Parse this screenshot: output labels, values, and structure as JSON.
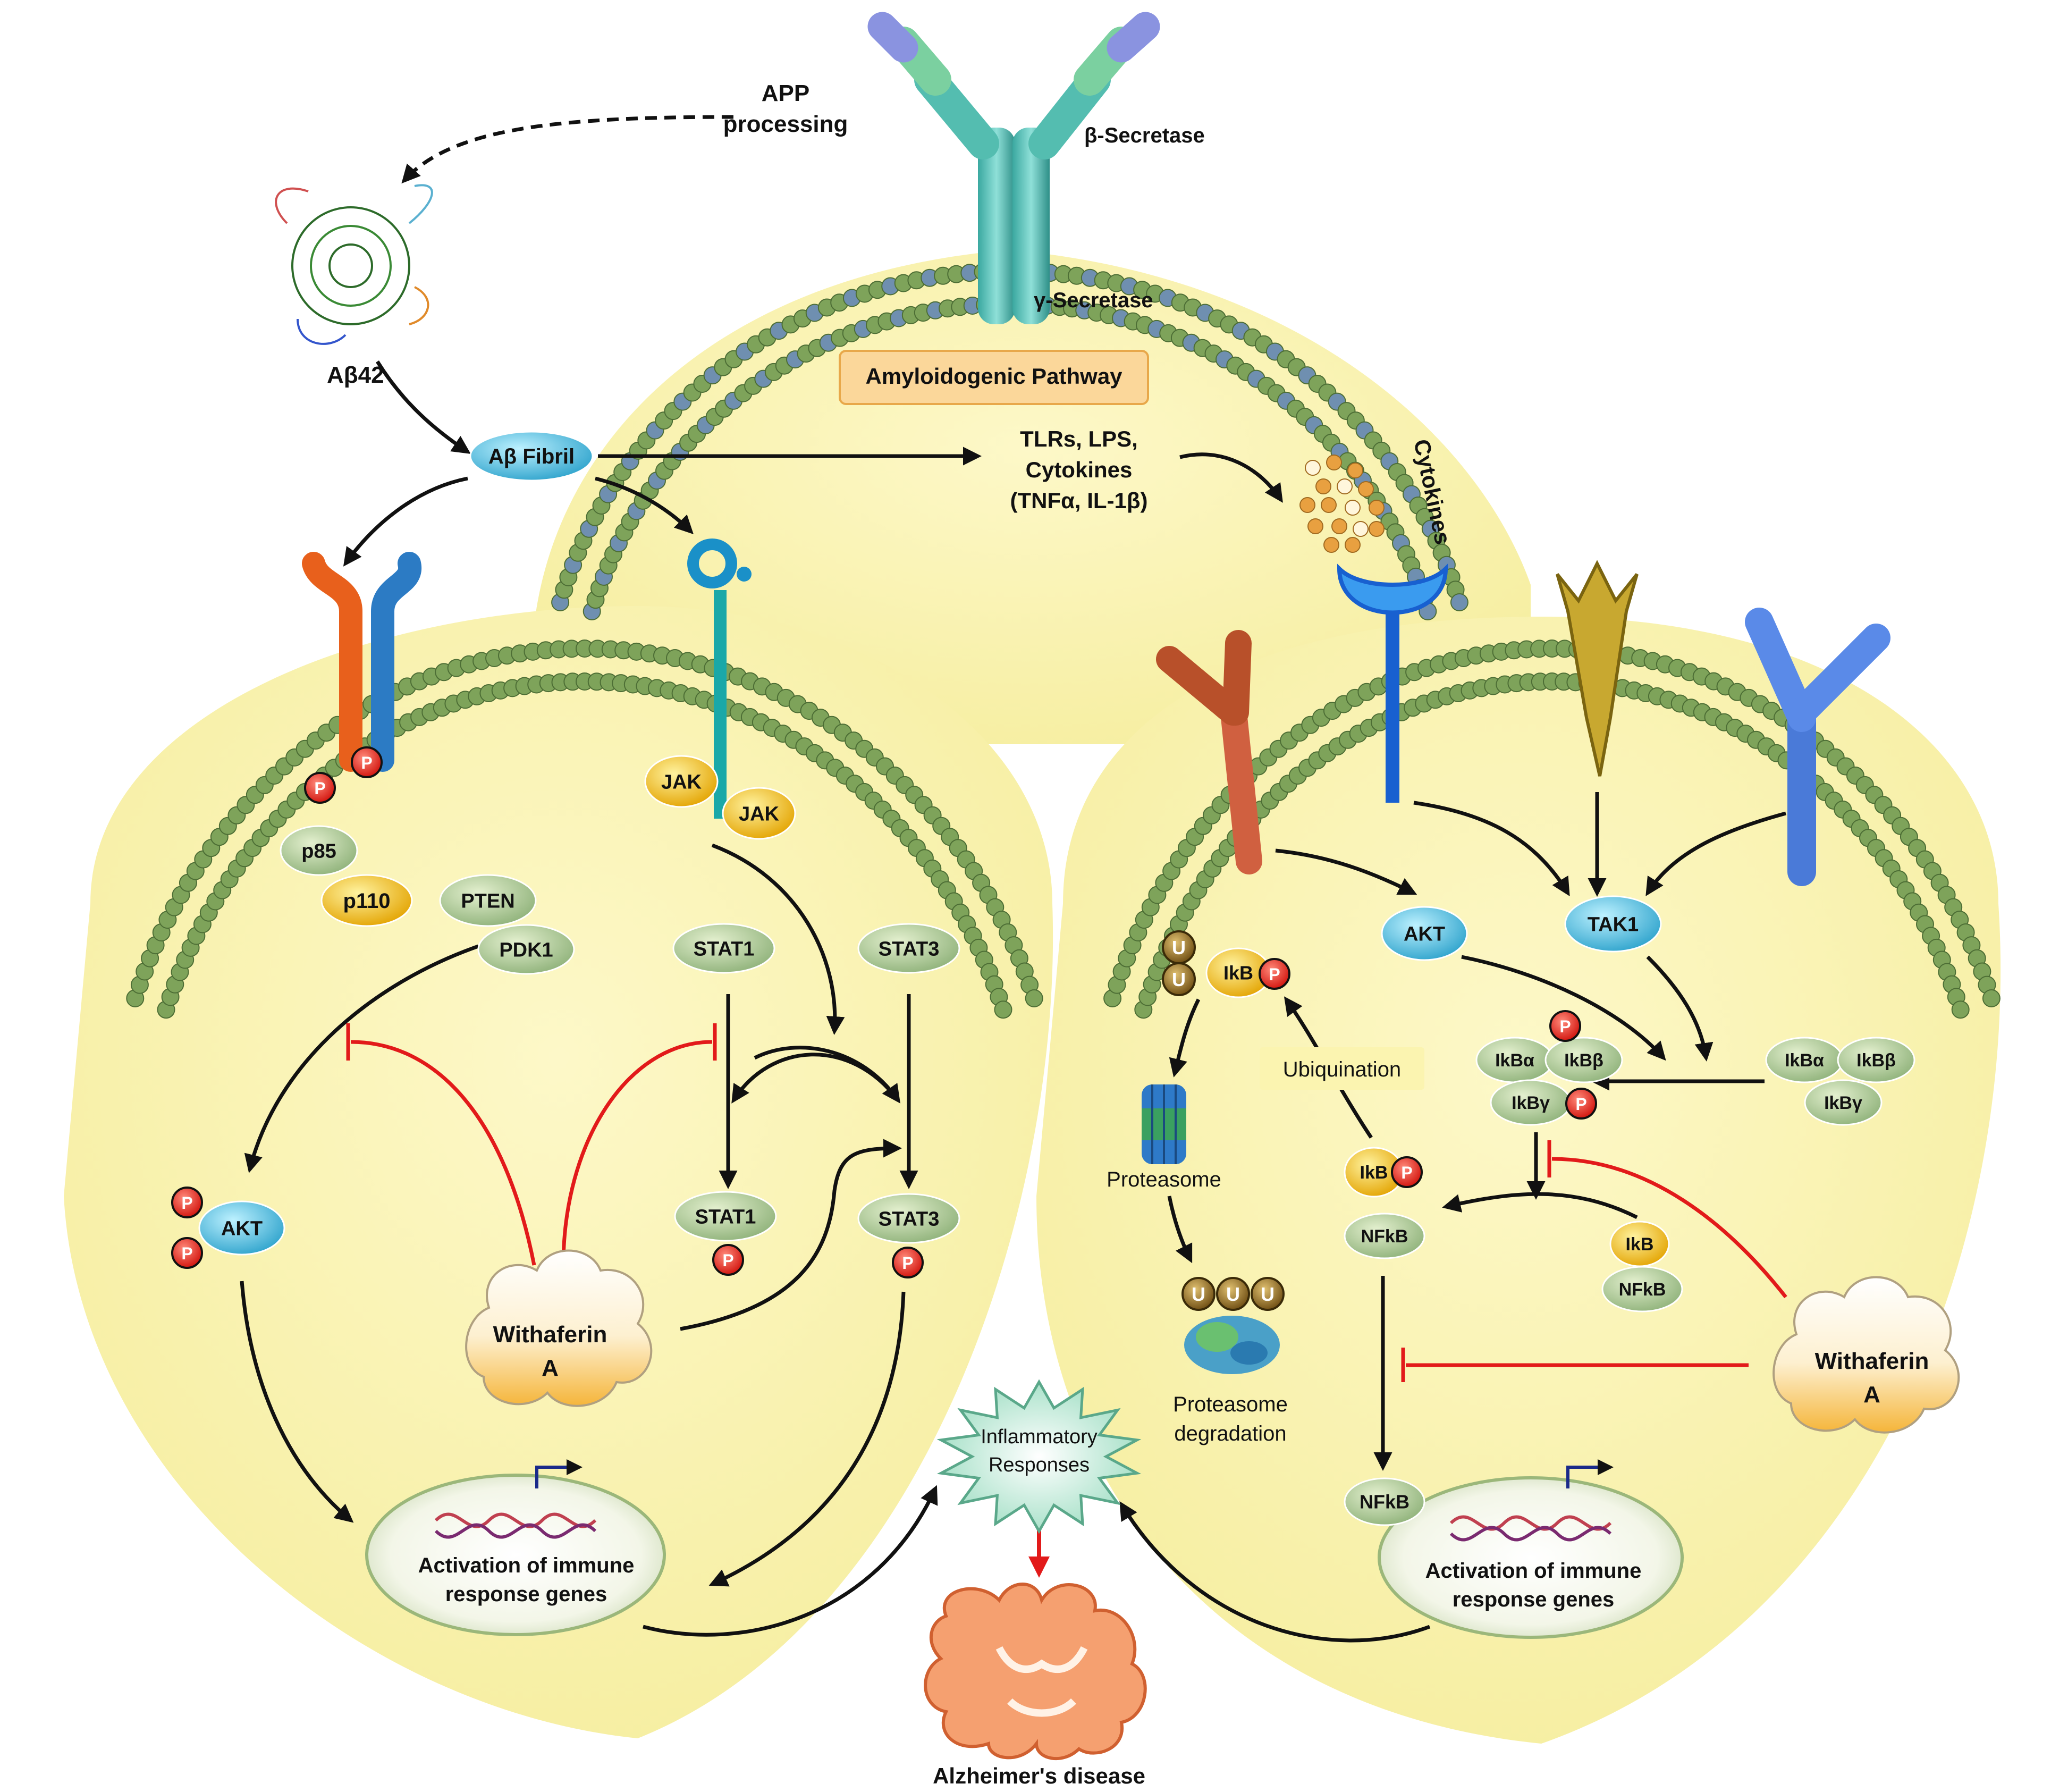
{
  "top": {
    "app_processing": [
      "APP",
      "processing"
    ],
    "abeta42": "Aβ42",
    "abeta_fibril": "Aβ Fibril",
    "beta_secretase": "β-Secretase",
    "gamma_secretase": "γ-Secretase",
    "amyloidogenic_pathway": "Amyloidogenic Pathway",
    "tlrs": [
      "TLRs, LPS,",
      "Cytokines",
      "(TNFα, IL-1β)"
    ],
    "cytokines": "Cytokines"
  },
  "left_cell": {
    "p85": "p85",
    "p110": "p110",
    "pten": "PTEN",
    "pdk1": "PDK1",
    "jak": "JAK",
    "stat1": "STAT1",
    "stat3": "STAT3",
    "akt": "AKT",
    "phospho": "P",
    "withaferin": [
      "Withaferin",
      "A"
    ],
    "gene_activation": [
      "Activation of immune",
      "response genes"
    ]
  },
  "right_cell": {
    "akt": "AKT",
    "tak1": "TAK1",
    "u": "U",
    "ikb": "IkB",
    "ikba": "IkBα",
    "ikbb": "IkBβ",
    "ikbg": "IkBγ",
    "nfkb": "NFkB",
    "ubiquination": "Ubiquination",
    "proteasome": "Proteasome",
    "proteasome_degradation": [
      "Proteasome",
      "degradation"
    ],
    "withaferin": [
      "Withaferin",
      "A"
    ],
    "gene_activation": [
      "Activation of immune",
      "response genes"
    ]
  },
  "center": {
    "inflammatory": [
      "Inflammatory",
      "Responses"
    ],
    "alzheimers": "Alzheimer's disease"
  }
}
